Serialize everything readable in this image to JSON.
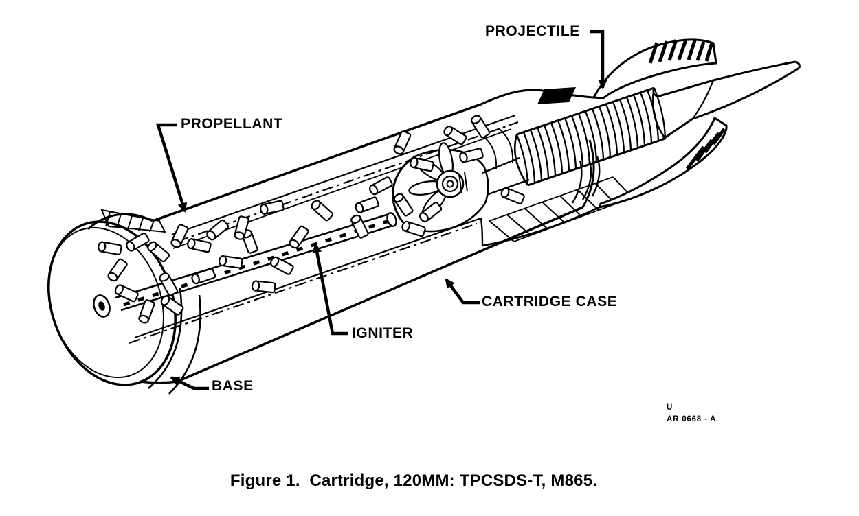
{
  "page": {
    "paper_color": "#ffffff",
    "ink_color": "#000000"
  },
  "diagram": {
    "subject": "cartridge-cutaway-drawing",
    "labels": {
      "projectile": "PROJECTILE",
      "propellant": "PROPELLANT",
      "cartridge_case": "CARTRIDGE CASE",
      "igniter": "IGNITER",
      "base": "BASE"
    },
    "classification_marking": "U",
    "drawing_number": "AR 0668 - A",
    "caption": "Figure 1.  Cartridge, 120MM: TPCSDS-T, M865."
  }
}
